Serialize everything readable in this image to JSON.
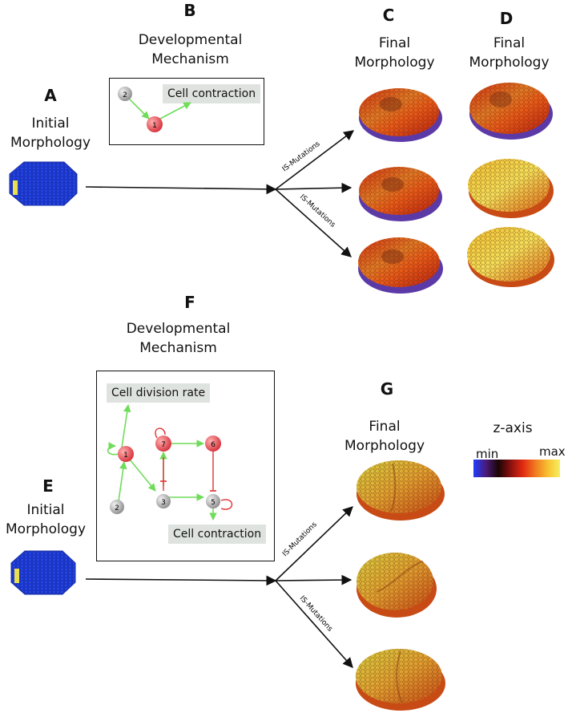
{
  "panels": {
    "A": "A",
    "B": "B",
    "C": "C",
    "D": "D",
    "E": "E",
    "F": "F",
    "G": "G"
  },
  "initial_morphology": "Initial\nMorphology",
  "developmental_mechanism": "Developmental\nMechanism",
  "final_morphology": "Final\nMorphology",
  "mutation_label": "IS-Mutations",
  "mechanism_top": {
    "output": "Cell contraction",
    "nodes": [
      "2",
      "1"
    ]
  },
  "mechanism_bottom": {
    "output_top": "Cell division rate",
    "output_bottom": "Cell contraction",
    "nodes": [
      "1",
      "7",
      "6",
      "2",
      "3",
      "5"
    ]
  },
  "colorbar": {
    "title": "z-axis",
    "min": "min",
    "max": "max",
    "colors": [
      "#1f3cff",
      "#4a1a7a",
      "#1a0505",
      "#8a1010",
      "#e22a10",
      "#f07a20",
      "#f8c030",
      "#f6f060"
    ]
  }
}
